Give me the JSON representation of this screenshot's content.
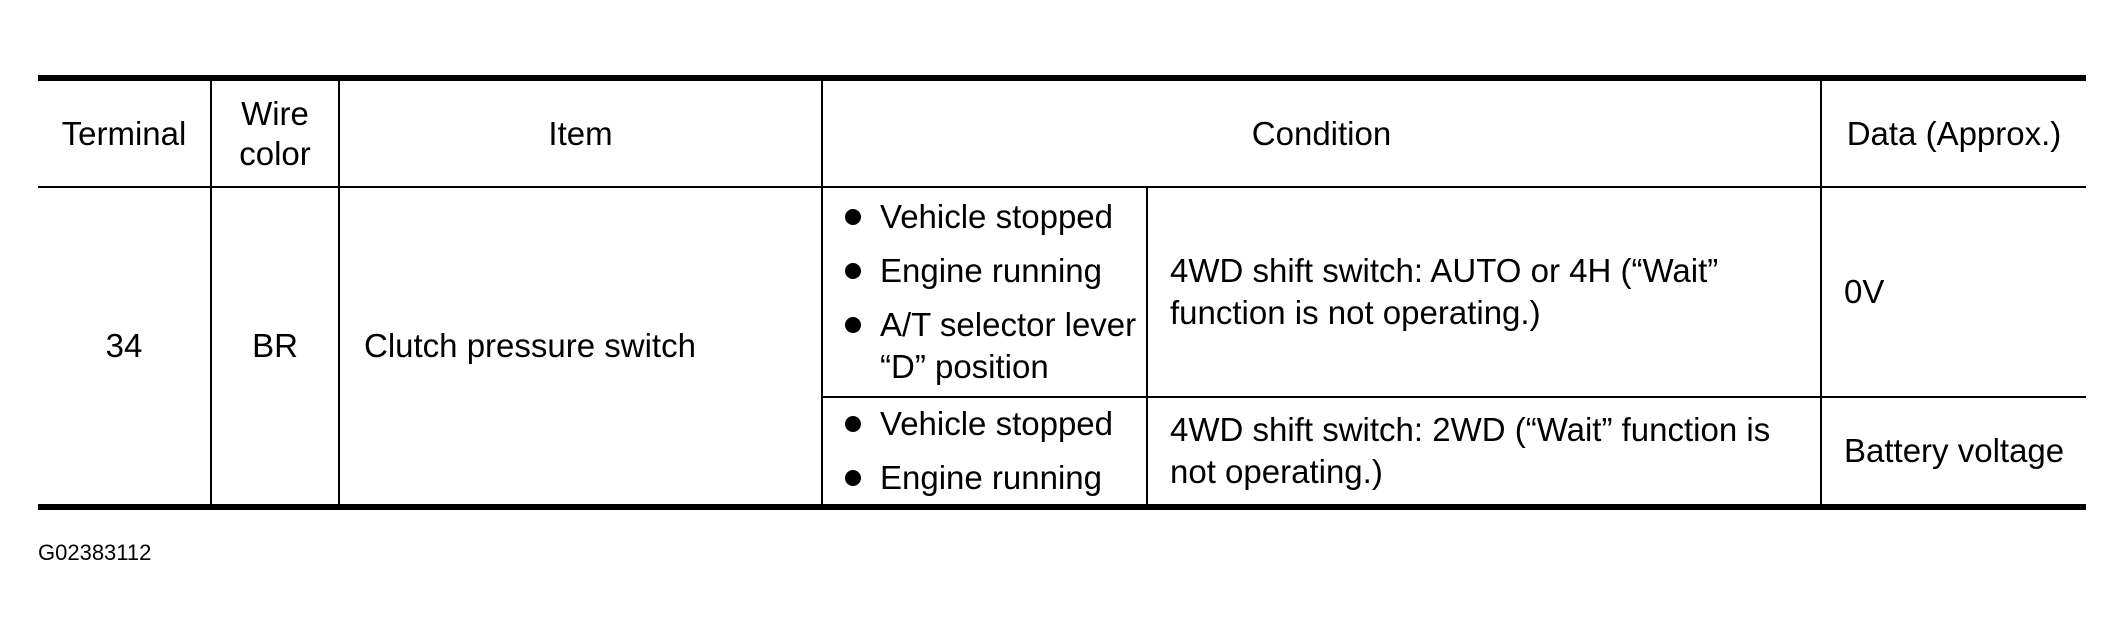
{
  "table": {
    "headers": {
      "terminal": "Terminal",
      "wire_color": "Wire color",
      "item": "Item",
      "condition": "Condition",
      "data": "Data (Approx.)"
    },
    "rows": [
      {
        "terminal": "34",
        "wire_color": "BR",
        "item": "Clutch pressure switch",
        "conditions": [
          {
            "bullets": [
              "Vehicle stopped",
              "Engine running",
              "A/T selector lever “D” position"
            ],
            "switch": "4WD shift switch: AUTO or 4H (“Wait” function is not operating.)",
            "data": "0V"
          },
          {
            "bullets": [
              "Vehicle stopped",
              "Engine running"
            ],
            "switch": "4WD shift switch: 2WD (“Wait” function is not operating.)",
            "data": "Battery voltage"
          }
        ]
      }
    ]
  },
  "figure_id": "G02383112"
}
